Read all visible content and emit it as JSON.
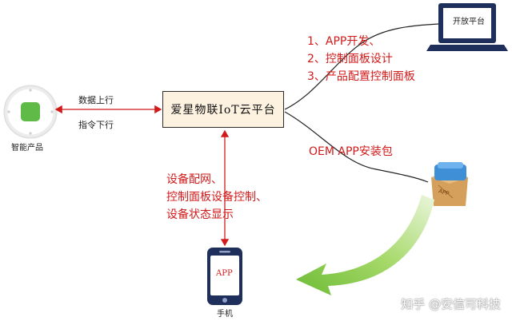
{
  "nodes": {
    "platform": "爱星物联IoT云平台",
    "laptop": "开放平台",
    "device": "智能产品",
    "phone_screen": "APP",
    "phone": "手机",
    "package_tag": "APP"
  },
  "links": {
    "data_up": "数据上行",
    "cmd_down": "指令下行"
  },
  "platform_features": [
    "1、APP开发、",
    "2、控制面板设计",
    "3、产品配置控制面板"
  ],
  "oem_label": "OEM APP安装包",
  "phone_features": [
    "设备配网、",
    "控制面板设备控制、",
    "设备状态显示"
  ],
  "watermark": "知乎 @安信可科技",
  "colors": {
    "arrow_red": "#d11a1a",
    "box_fill": "#fdf1df",
    "green_arrow": "#7cc142",
    "device_green": "#5fba47",
    "navy": "#1d2f5a"
  }
}
